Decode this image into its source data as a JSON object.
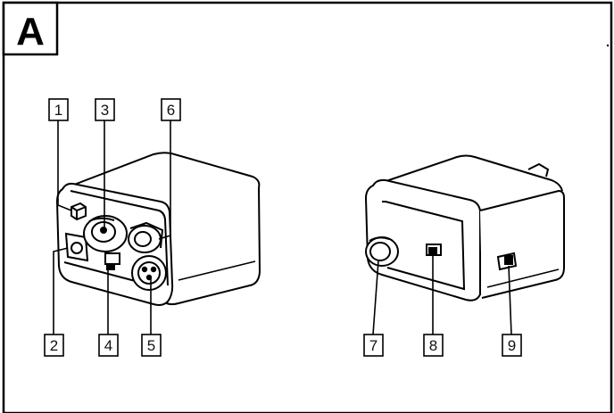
{
  "panel": {
    "letter": "A"
  },
  "callouts": [
    "1",
    "2",
    "3",
    "4",
    "5",
    "6",
    "7",
    "8",
    "9"
  ],
  "colors": {
    "ink": "#000000",
    "paper": "#ffffff"
  }
}
